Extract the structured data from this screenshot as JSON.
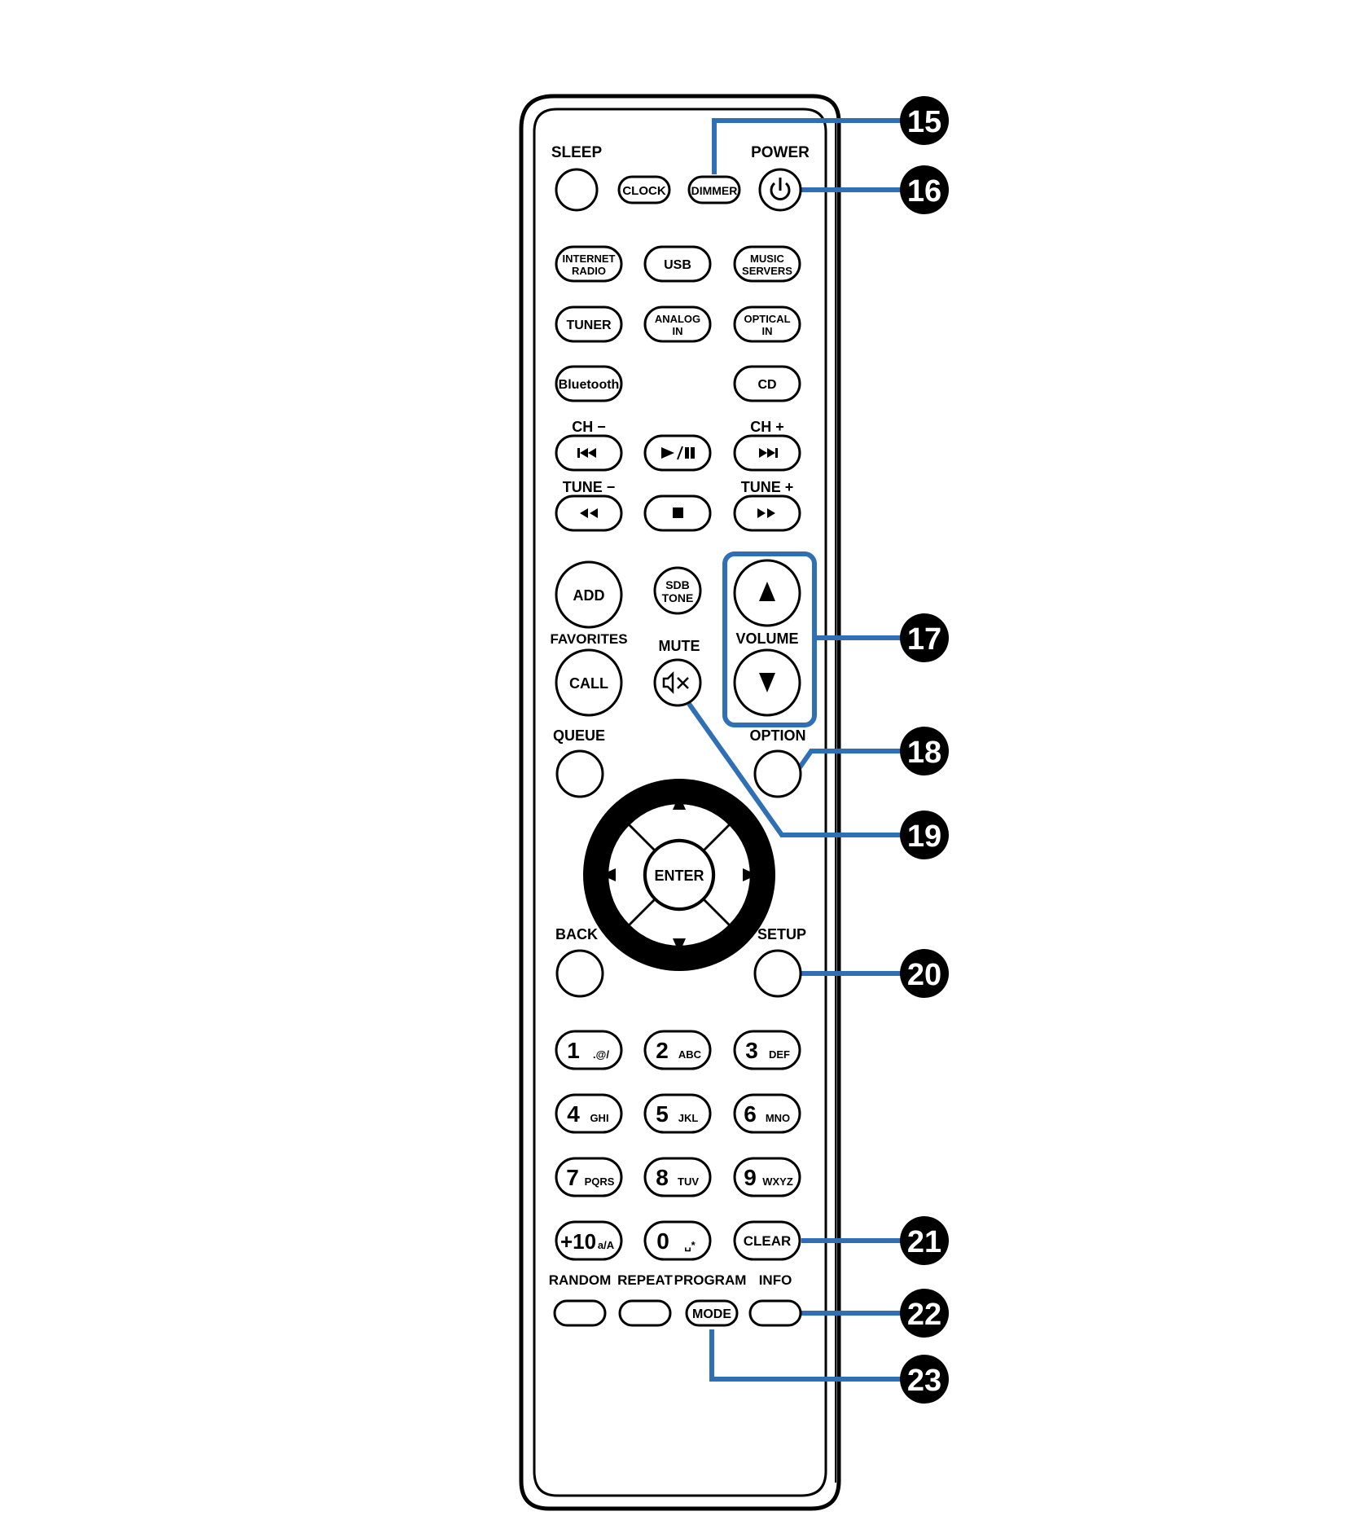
{
  "figure": {
    "kind": "remote control button diagram",
    "line_color": "#000000",
    "callout_color": "#2e6fb5",
    "badge_color": "#000000"
  },
  "top_row": {
    "sleep_label": "SLEEP",
    "clock_label": "CLOCK",
    "dimmer_label": "DIMMER",
    "power_label": "POWER",
    "power_icon": "power-icon"
  },
  "sources": {
    "internet_radio": [
      "INTERNET",
      "RADIO"
    ],
    "usb": "USB",
    "music_servers": [
      "MUSIC",
      "SERVERS"
    ],
    "tuner": "TUNER",
    "analog_in": [
      "ANALOG",
      "IN"
    ],
    "optical_in": [
      "OPTICAL",
      "IN"
    ],
    "bluetooth": "Bluetooth",
    "cd": "CD"
  },
  "transport": {
    "ch_minus_label": "CH −",
    "ch_plus_label": "CH +",
    "tune_minus_label": "TUNE −",
    "tune_plus_label": "TUNE +",
    "prev_icon": "skip-previous-icon",
    "play_pause_icon": "play-pause-icon",
    "next_icon": "skip-next-icon",
    "rewind_icon": "rewind-icon",
    "stop_icon": "stop-icon",
    "forward_icon": "fast-forward-icon"
  },
  "middle": {
    "add_label": "ADD",
    "sdb_tone": [
      "SDB",
      "TONE"
    ],
    "favorites_label": "FAVORITES",
    "call_label": "CALL",
    "mute_label": "MUTE",
    "mute_icon": "mute-icon",
    "volume_label": "VOLUME",
    "volume_up_icon": "triangle-up-icon",
    "volume_down_icon": "triangle-down-icon",
    "queue_label": "QUEUE",
    "option_label": "OPTION",
    "enter_label": "ENTER",
    "back_label": "BACK",
    "setup_label": "SETUP"
  },
  "keypad": [
    {
      "digit": "1",
      "sub": ".@/"
    },
    {
      "digit": "2",
      "sub": "ABC"
    },
    {
      "digit": "3",
      "sub": "DEF"
    },
    {
      "digit": "4",
      "sub": "GHI"
    },
    {
      "digit": "5",
      "sub": "JKL"
    },
    {
      "digit": "6",
      "sub": "MNO"
    },
    {
      "digit": "7",
      "sub": "PQRS"
    },
    {
      "digit": "8",
      "sub": "TUV"
    },
    {
      "digit": "9",
      "sub": "WXYZ"
    },
    {
      "digit": "+10",
      "sub": "a/A"
    },
    {
      "digit": "0",
      "sub": "␣*"
    },
    {
      "digit": "CLEAR",
      "sub": ""
    }
  ],
  "bottom_row": {
    "random_label": "RANDOM",
    "repeat_label": "REPEAT",
    "program_label": "PROGRAM",
    "mode_label": "MODE",
    "info_label": "INFO"
  },
  "callouts": [
    {
      "number": "15",
      "target": "DIMMER"
    },
    {
      "number": "16",
      "target": "POWER"
    },
    {
      "number": "17",
      "target": "VOLUME"
    },
    {
      "number": "18",
      "target": "OPTION"
    },
    {
      "number": "19",
      "target": "MUTE"
    },
    {
      "number": "20",
      "target": "SETUP"
    },
    {
      "number": "21",
      "target": "CLEAR"
    },
    {
      "number": "22",
      "target": "INFO"
    },
    {
      "number": "23",
      "target": "MODE"
    }
  ]
}
